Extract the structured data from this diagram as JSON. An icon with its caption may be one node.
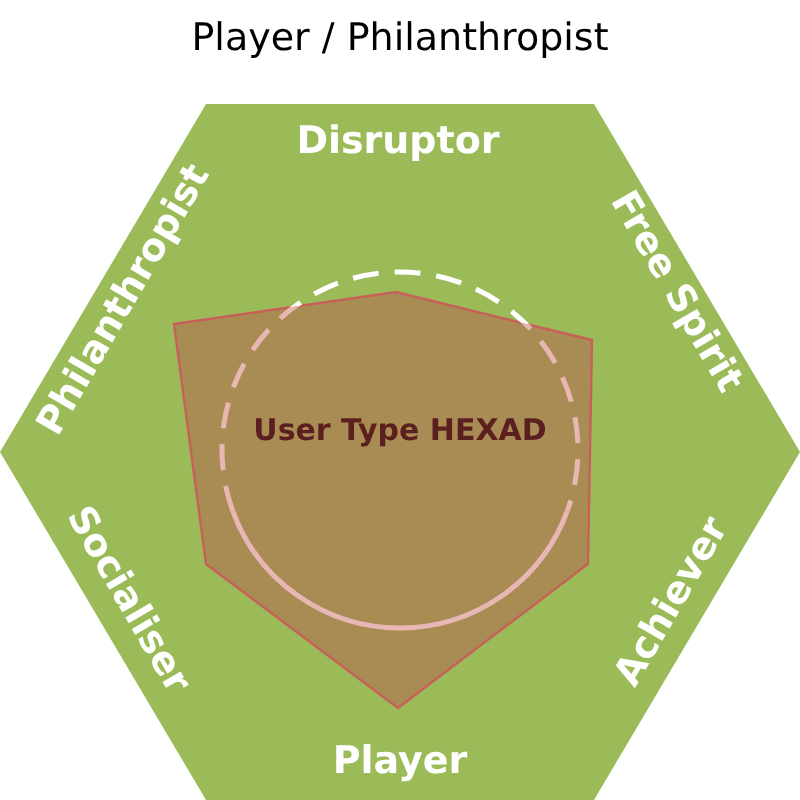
{
  "diagram": {
    "title": "Player / Philanthropist",
    "nodes": [
      {
        "text": [
          "Disruptor",
          "Free Spirit",
          "Achiever",
          "Player",
          "Socialiser",
          "Philanthropist"
        ]
      },
      {
        "text": [
          "User Type HEXAD"
        ],
        "in": 0
      }
    ]
  }
}
